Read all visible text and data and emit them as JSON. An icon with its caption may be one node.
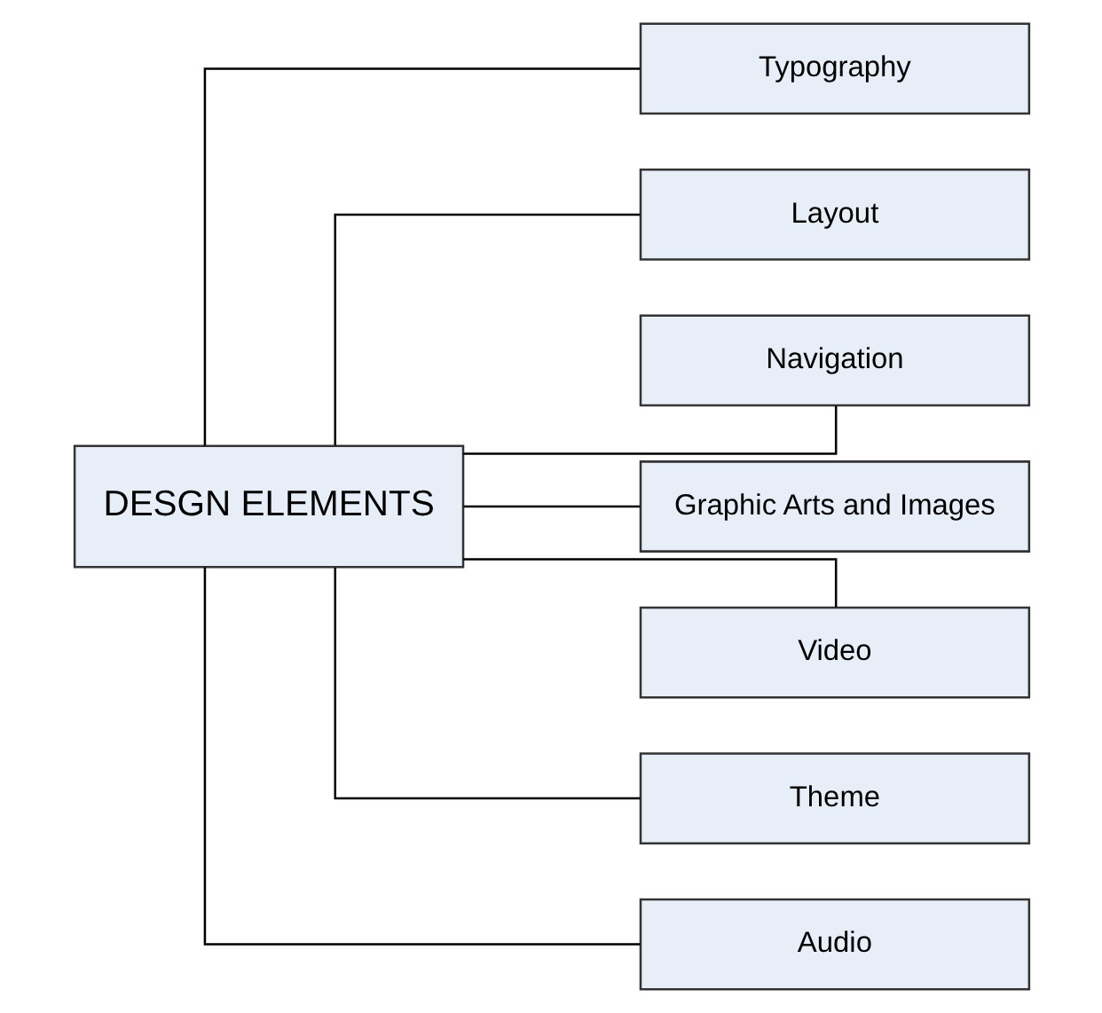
{
  "diagram": {
    "nodes": [
      {
        "text": [
          "DESGN ELEMENTS"
        ]
      },
      {
        "text": [
          "Typography"
        ]
      },
      {
        "text": [
          "Layout"
        ]
      },
      {
        "text": [
          "Navigation"
        ]
      },
      {
        "text": [
          "Graphic Arts and Images"
        ]
      },
      {
        "text": [
          "Video"
        ]
      },
      {
        "text": [
          "Theme"
        ]
      },
      {
        "text": [
          "Audio"
        ]
      }
    ],
    "edges": [
      {
        "from": 0,
        "to": 1,
        "arrow": "none"
      },
      {
        "from": 0,
        "to": 2,
        "arrow": "none"
      },
      {
        "from": 0,
        "to": 3,
        "arrow": "none"
      },
      {
        "from": 0,
        "to": 4,
        "arrow": "none"
      },
      {
        "from": 0,
        "to": 5,
        "arrow": "none"
      },
      {
        "from": 0,
        "to": 6,
        "arrow": "none"
      },
      {
        "from": 0,
        "to": 7,
        "arrow": "none"
      }
    ]
  }
}
